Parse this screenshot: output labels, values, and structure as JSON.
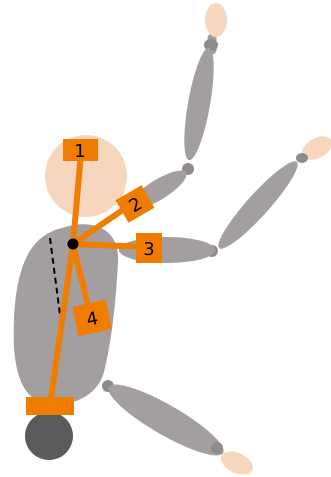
{
  "diagram": {
    "labels": [
      {
        "id": "1",
        "text": "1"
      },
      {
        "id": "2",
        "text": "2"
      },
      {
        "id": "3",
        "text": "3"
      },
      {
        "id": "4",
        "text": "4"
      }
    ],
    "colors": {
      "body": "#a39ea0",
      "joint": "#8f8a8c",
      "skin": "#f6d6bd",
      "accent": "#f07d00",
      "pivot": "#000000",
      "weight": "#5c5a5c"
    }
  }
}
